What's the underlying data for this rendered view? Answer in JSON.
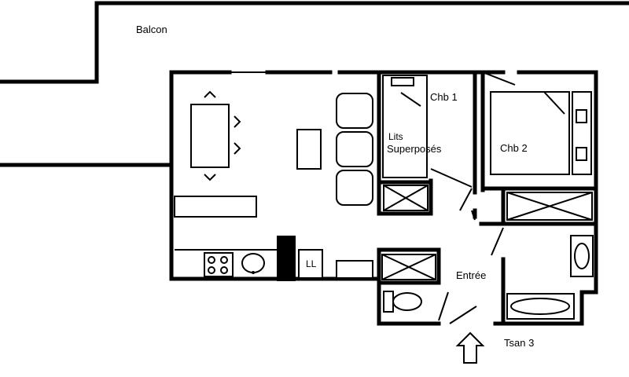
{
  "rooms": {
    "balcony": "Balcon",
    "bedroom1": "Chb 1",
    "bunk_beds_line1": "Lits",
    "bunk_beds_line2": "Superposés",
    "bedroom2": "Chb 2",
    "entrance": "Entrée",
    "washer_mark": "LL"
  },
  "caption": "Tsan 3",
  "icons": [
    "entrance-arrow-icon",
    "hob-icon",
    "sink-icon",
    "toilet-icon",
    "bathtub-icon",
    "shower-icon",
    "bed-icon",
    "table-icon",
    "sofa-icon"
  ]
}
